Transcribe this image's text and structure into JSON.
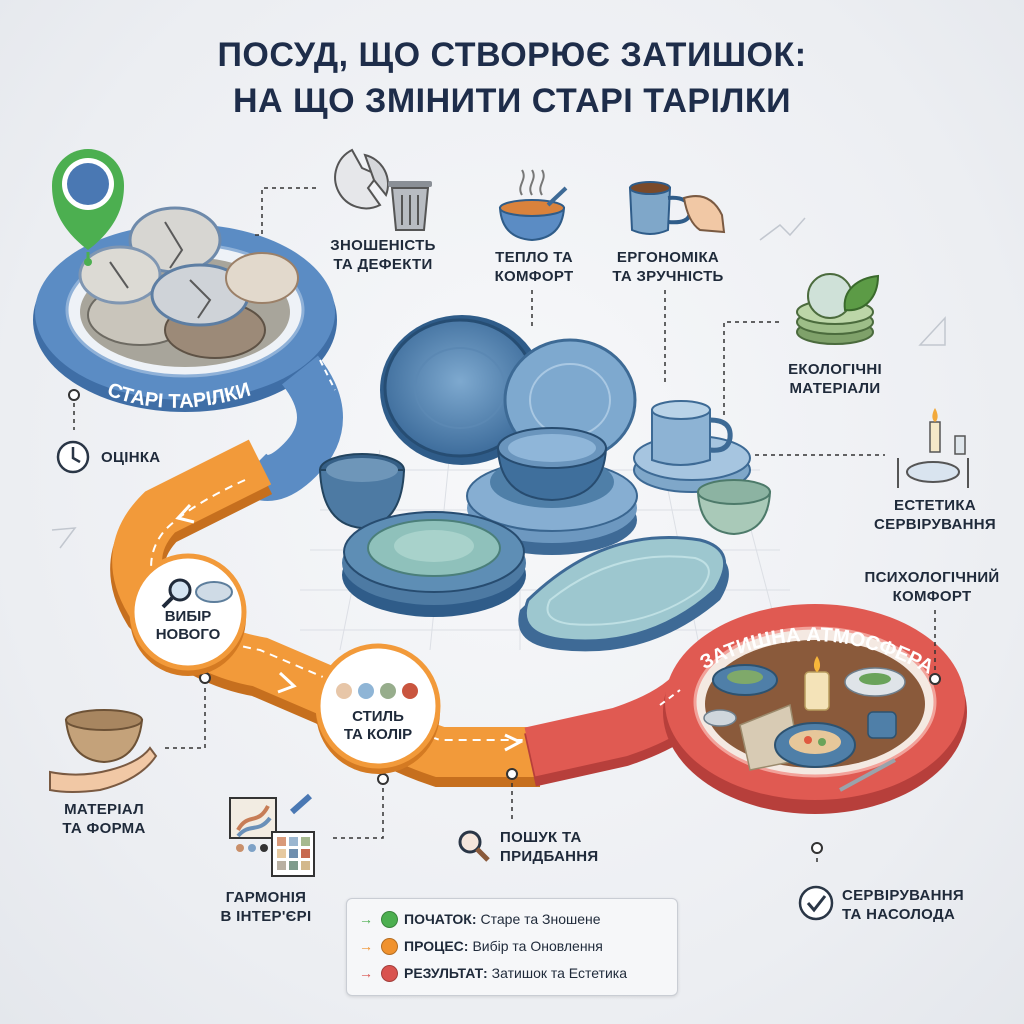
{
  "title": {
    "line1": "ПОСУД, ЩО СТВОРЮЄ ЗАТИШОК:",
    "line2": "НА ЩО ЗМІНИТИ СТАРІ ТАРІЛКИ"
  },
  "path_labels": {
    "start": "СТАРІ ТАРІЛКИ",
    "end": "ЗАТИШНА АТМОСФЕРА"
  },
  "steps": {
    "choose_new": {
      "line1": "ВИБІР",
      "line2": "НОВОГО"
    },
    "style_color": {
      "line1": "СТИЛЬ",
      "line2": "ТА КОЛІР"
    }
  },
  "labels": {
    "wear": {
      "line1": "ЗНОШЕНІСТЬ",
      "line2": "ТА ДЕФЕКТИ"
    },
    "warmth": {
      "line1": "ТЕПЛО ТА",
      "line2": "КОМФОРТ"
    },
    "ergonomics": {
      "line1": "ЕРГОНОМІКА",
      "line2": "ТА ЗРУЧНІСТЬ"
    },
    "eco": {
      "line1": "ЕКОЛОГІЧНІ",
      "line2": "МАТЕРІАЛИ"
    },
    "aesthetics": {
      "line1": "ЕСТЕТИКА",
      "line2": "СЕРВІРУВАННЯ"
    },
    "psychology": {
      "line1": "ПСИХОЛОГІЧНИЙ",
      "line2": "КОМФОРТ"
    },
    "assessment": "ОЦІНКА",
    "material": {
      "line1": "МАТЕРІАЛ",
      "line2": "ТА ФОРМА"
    },
    "harmony": {
      "line1": "ГАРМОНІЯ",
      "line2": "В ІНТЕР'ЄРІ"
    },
    "search": {
      "line1": "ПОШУК ТА",
      "line2": "ПРИДБАННЯ"
    },
    "serving": {
      "line1": "СЕРВІРУВАННЯ",
      "line2": "ТА НАСОЛОДА"
    }
  },
  "legend": [
    {
      "key": "ПОЧАТОК:",
      "text": "Старе та Зношене",
      "color": "#4caf50"
    },
    {
      "key": "ПРОЦЕС:",
      "text": "Вибір та Оновлення",
      "color": "#f0922e"
    },
    {
      "key": "РЕЗУЛЬТАТ:",
      "text": "Затишок та Естетика",
      "color": "#d9534f"
    }
  ],
  "colors": {
    "start_path": "#4a78b3",
    "process_path": "#f0922e",
    "result_path": "#d9534f",
    "title": "#1e2d4a"
  },
  "icons": [
    "location-pin-icon",
    "broken-plate-icon",
    "trash-can-icon",
    "soup-bowl-icon",
    "mug-hand-icon",
    "leaf-plates-icon",
    "candle-table-icon",
    "clock-icon",
    "magnifier-icon",
    "palette-icon",
    "bowl-hand-icon",
    "swatches-icon",
    "search-icon",
    "checkmark-icon"
  ]
}
